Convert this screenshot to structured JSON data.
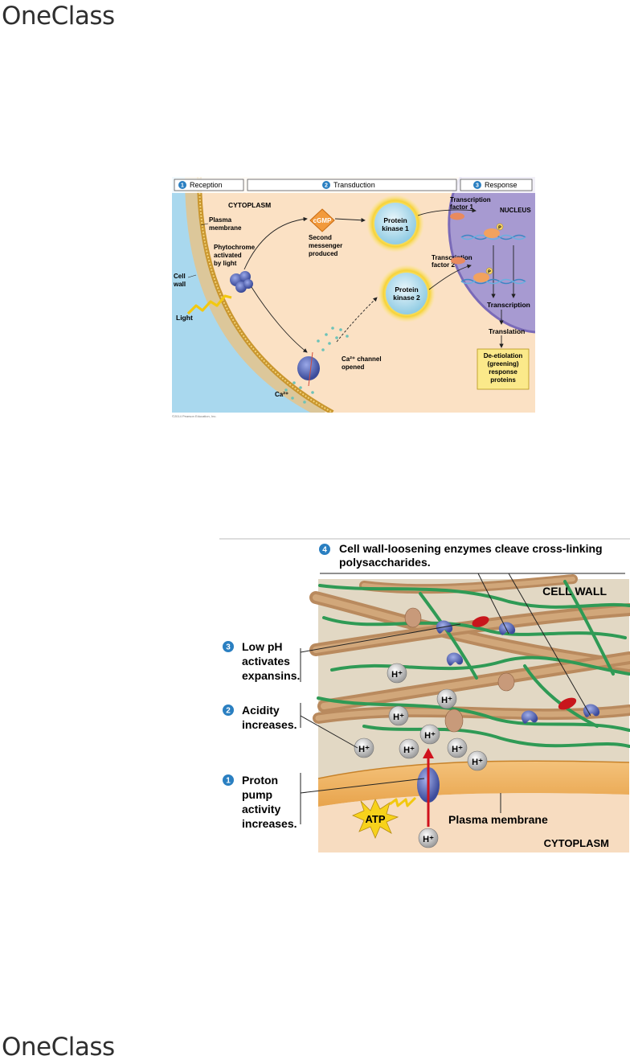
{
  "brand": {
    "name_top": "OneClass",
    "name_bottom": "OneClass"
  },
  "figure1": {
    "headers": [
      {
        "num": "1",
        "label": "Reception"
      },
      {
        "num": "2",
        "label": "Transduction"
      },
      {
        "num": "3",
        "label": "Response"
      }
    ],
    "cytoplasm": "CYTOPLASM",
    "nucleus": "NUCLEUS",
    "plasma_membrane": [
      "Plasma",
      "membrane"
    ],
    "cell_wall": [
      "Cell",
      "wall"
    ],
    "phytochrome": [
      "Phytochrome",
      "activated",
      "by light"
    ],
    "light": "Light",
    "cgmp": "cGMP",
    "second_messenger": [
      "Second",
      "messenger",
      "produced"
    ],
    "protein_kinase_1": [
      "Protein",
      "kinase 1"
    ],
    "protein_kinase_2": [
      "Protein",
      "kinase 2"
    ],
    "transcription_factor_1": [
      "Transcription",
      "factor 1"
    ],
    "transcription_factor_2": [
      "Transcription",
      "factor 2"
    ],
    "phosphate": "P",
    "transcription": "Transcription",
    "translation": "Translation",
    "response_proteins": [
      "De-etiolation",
      "(greening)",
      "response",
      "proteins"
    ],
    "ca_channel": [
      "Ca²⁺ channel",
      "opened"
    ],
    "ca_ion": "Ca²⁺",
    "copyright": "©2014 Pearson Education, Inc."
  },
  "figure2": {
    "step4": {
      "num": "4",
      "lines": [
        "Cell wall-loosening enzymes cleave cross-linking",
        "polysaccharides."
      ]
    },
    "step3": {
      "num": "3",
      "lines": [
        "Low pH",
        "activates",
        "expansins."
      ]
    },
    "step2": {
      "num": "2",
      "lines": [
        "Acidity",
        "increases."
      ]
    },
    "step1": {
      "num": "1",
      "lines": [
        "Proton",
        "pump",
        "activity",
        "increases."
      ]
    },
    "cell_wall": "CELL WALL",
    "plasma_membrane": "Plasma membrane",
    "cytoplasm": "CYTOPLASM",
    "atp": "ATP",
    "h_ion": "H⁺"
  }
}
